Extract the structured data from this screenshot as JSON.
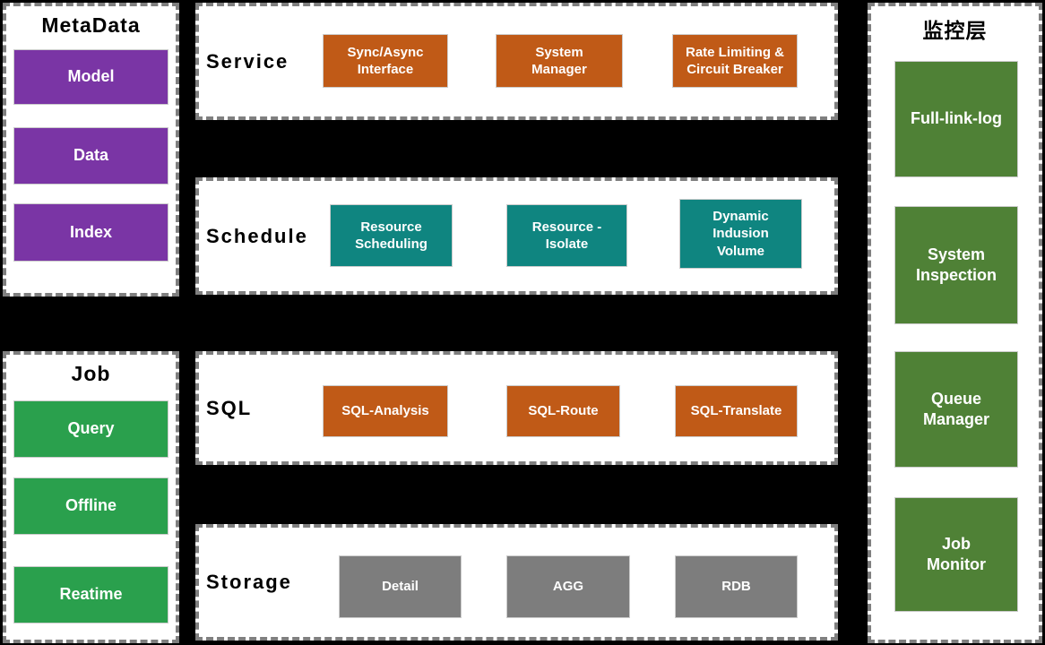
{
  "colors": {
    "background": "#000000",
    "panel_background": "#ffffff",
    "panel_border": "#7f7f7f",
    "metadata_node": "#7a35a5",
    "job_node": "#2aa04d",
    "service_node": "#c05a17",
    "schedule_node": "#0f8580",
    "sql_node": "#c05a17",
    "storage_node": "#7d7d7d",
    "monitor_node": "#4f8136",
    "node_text": "#ffffff",
    "label_text": "#000000"
  },
  "left_column": {
    "metadata_panel": {
      "title": "MetaData",
      "items": [
        "Model",
        "Data",
        "Index"
      ]
    },
    "job_panel": {
      "title": "Job",
      "items": [
        "Query",
        "Offline",
        "Reatime"
      ]
    }
  },
  "middle_rows": [
    {
      "label": "Service",
      "boxes": [
        "Sync/Async\nInterface",
        "System\nManager",
        "Rate Limiting &\nCircuit Breaker"
      ]
    },
    {
      "label": "Schedule",
      "boxes": [
        "Resource\nScheduling",
        "Resource -\nIsolate",
        "Dynamic\nIndusion\nVolume"
      ]
    },
    {
      "label": "SQL",
      "boxes": [
        "SQL-Analysis",
        "SQL-Route",
        "SQL-Translate"
      ]
    },
    {
      "label": "Storage",
      "boxes": [
        "Detail",
        "AGG",
        "RDB"
      ]
    }
  ],
  "right_column": {
    "title": "监控层",
    "items": [
      "Full-link-log",
      "System\nInspection",
      "Queue\nManager",
      "Job\nMonitor"
    ]
  }
}
